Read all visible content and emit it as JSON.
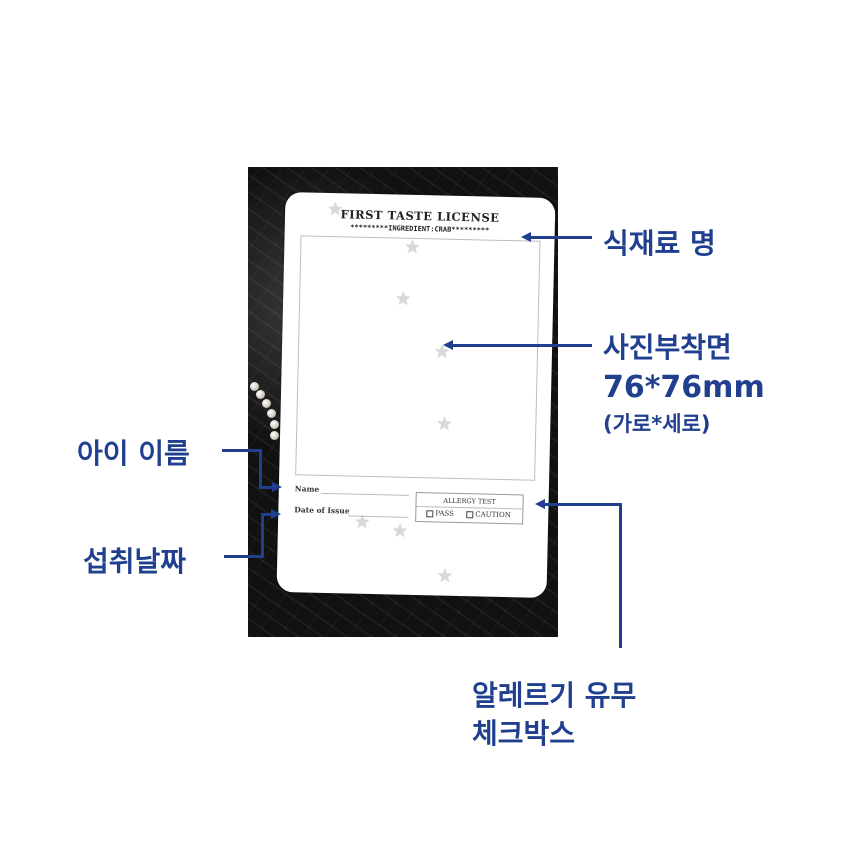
{
  "card": {
    "title": "FIRST TASTE LICENSE",
    "subtitle": "*********INGREDIENT:CRAB*********",
    "name_label": "Name",
    "date_label": "Date of Issue",
    "allergy_title": "ALLERGY TEST",
    "pass_label": "PASS",
    "caution_label": "CAUTION"
  },
  "callouts": {
    "ingredient_name": "식재료 명",
    "photo_area": "사진부착면",
    "photo_size": "76*76mm",
    "photo_size_note": "(가로*세로)",
    "child_name": "아이 이름",
    "intake_date": "섭취날짜",
    "allergy_line1": "알레르기 유무",
    "allergy_line2": "체크박스"
  },
  "colors": {
    "callout_blue": "#213f8f",
    "backdrop": "#141414"
  }
}
